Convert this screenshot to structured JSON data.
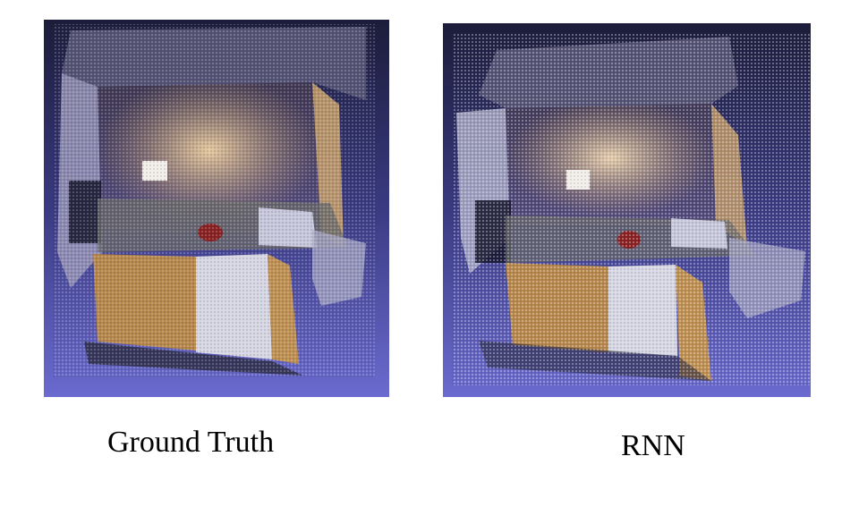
{
  "figure": {
    "left_panel": {
      "caption": "Ground Truth",
      "background_top": "#1c1c3a",
      "background_bottom": "#6b6bd0",
      "image": "point-cloud-kitchen-scene"
    },
    "right_panel": {
      "caption": "RNN",
      "background_top": "#1c1c3a",
      "background_bottom": "#6b6bd0",
      "image": "point-cloud-kitchen-scene"
    },
    "colors": {
      "wall_warm": "#c8a06a",
      "cabinet_wood": "#b8884a",
      "cabinet_white": "#d8d8e4",
      "ceiling_dark": "#5a5878",
      "noise_white": "#e6e6f0"
    }
  }
}
